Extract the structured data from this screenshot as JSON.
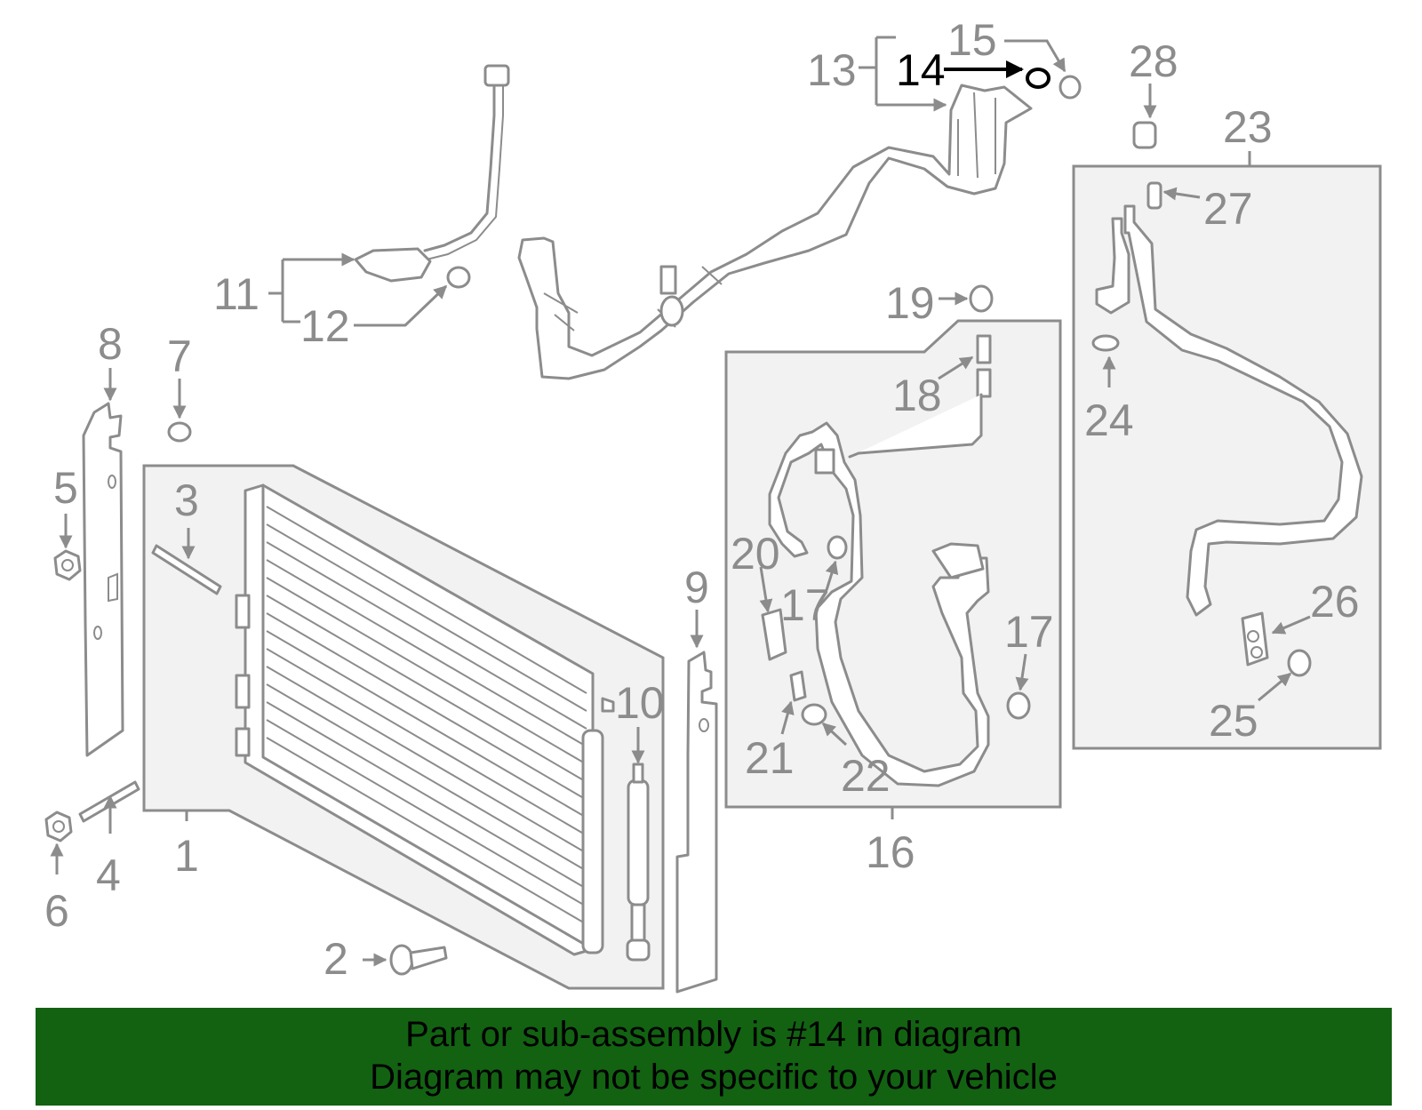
{
  "banner": {
    "line1": "Part or sub-assembly is #14 in diagram",
    "line2": "Diagram may not be specific to your vehicle",
    "background_color": "#126212"
  },
  "highlighted_callout": "14",
  "callouts": {
    "c1": "1",
    "c2": "2",
    "c3": "3",
    "c4": "4",
    "c5": "5",
    "c6": "6",
    "c7": "7",
    "c8": "8",
    "c9": "9",
    "c10": "10",
    "c11": "11",
    "c12": "12",
    "c13": "13",
    "c14": "14",
    "c15": "15",
    "c16": "16",
    "c17a": "17",
    "c17b": "17",
    "c18": "18",
    "c19": "19",
    "c20": "20",
    "c21": "21",
    "c22": "22",
    "c23": "23",
    "c24": "24",
    "c25": "25",
    "c26": "26",
    "c27": "27",
    "c28": "28"
  },
  "colors": {
    "line": "#8c8c8c",
    "highlight": "#000000",
    "panel_fill": "#f2f2f2"
  }
}
